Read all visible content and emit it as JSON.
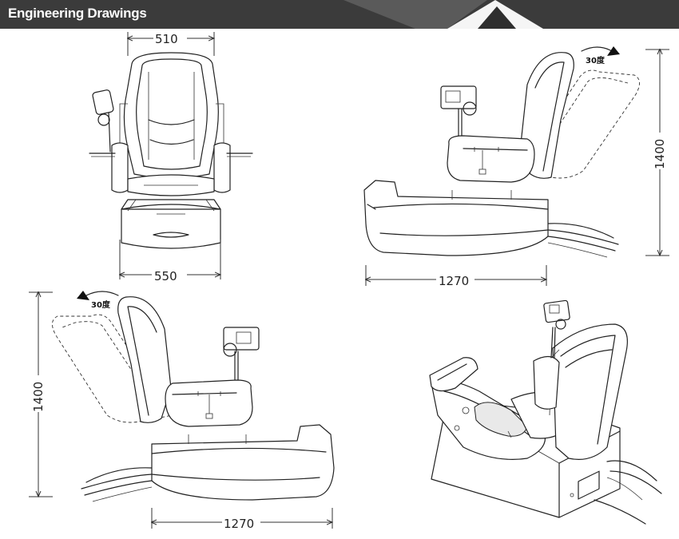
{
  "header": {
    "title": "Engineering Drawings",
    "background": "#3b3b3b",
    "accent": "#ffffff"
  },
  "views": {
    "front": {
      "width_top_label": "510",
      "width_bottom_label": "550"
    },
    "side_right": {
      "height_label": "1400",
      "length_label": "1270",
      "recline_label": "30度"
    },
    "side_left": {
      "height_label": "1400",
      "length_label": "1270",
      "recline_label": "30度"
    },
    "perspective": {}
  }
}
